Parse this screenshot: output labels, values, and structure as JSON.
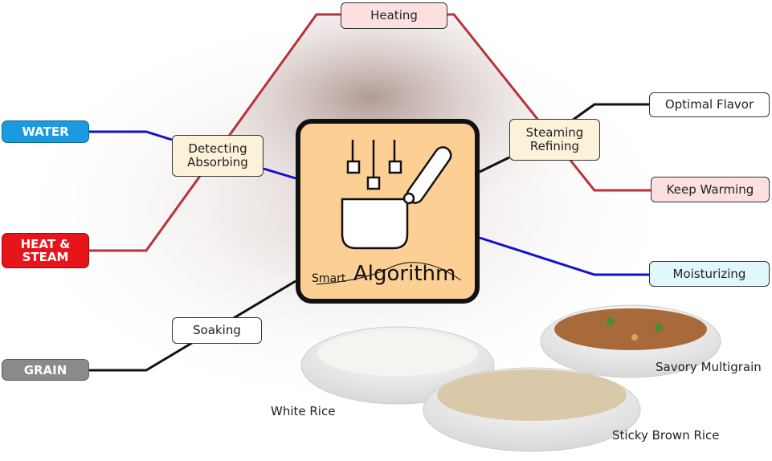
{
  "sources": {
    "water": "WATER",
    "heat": "HEAT & STEAM",
    "grain": "GRAIN"
  },
  "steps": {
    "detecting": "Detecting Absorbing",
    "heating": "Heating",
    "steaming": "Steaming Refining",
    "optimal": "Optimal Flavor",
    "keep_warming": "Keep Warming",
    "moisturizing": "Moisturizing",
    "soaking": "Soaking"
  },
  "center": {
    "small": "Smart",
    "big": "Algorithm"
  },
  "rice": {
    "white": "White Rice",
    "brown": "Sticky Brown Rice",
    "multigrain": "Savory Multigrain"
  },
  "colors": {
    "water": "#1a9be0",
    "heat": "#e8141a",
    "grain": "#8a8a8a",
    "blue_line": "#1010d0",
    "red_line": "#b8323a",
    "center_fill": "#fccf95"
  }
}
